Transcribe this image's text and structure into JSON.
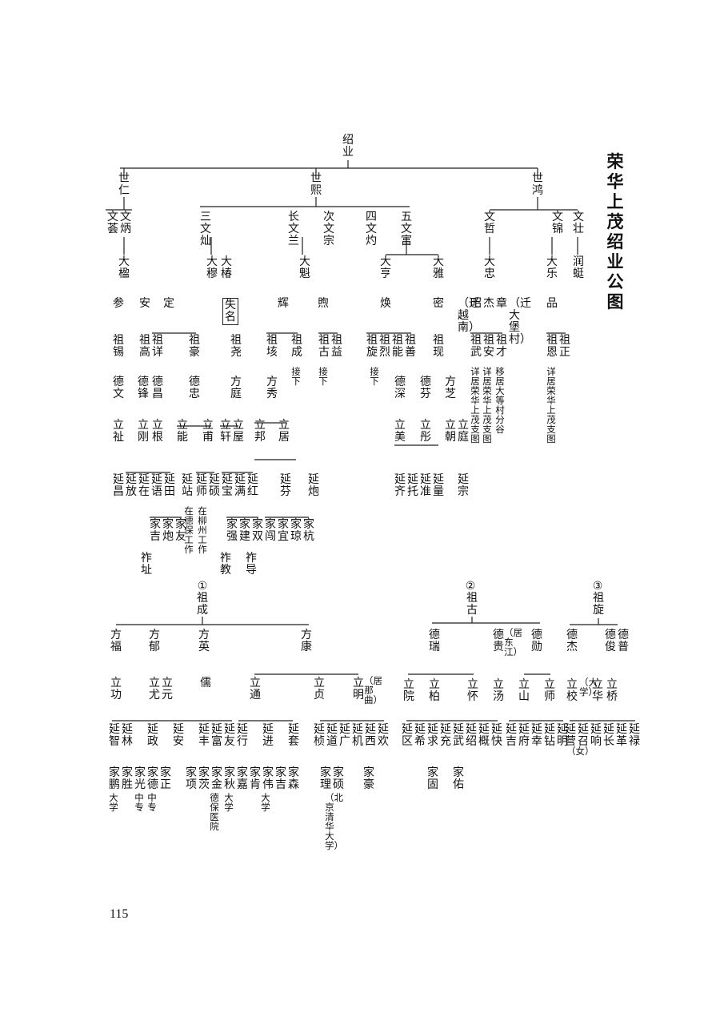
{
  "title": "荣华上茂绍业公图",
  "page_number": "115",
  "branch_markers": [
    "①",
    "②",
    "③"
  ],
  "nodes": {
    "root": "绍业",
    "g1": [
      "世仁",
      "世熙",
      "世鸿"
    ],
    "g2": [
      "文荟",
      "文炳",
      "三文灿",
      "长文兰",
      "次文宗",
      "四文灼",
      "五文富",
      "文哲",
      "文锦",
      "文壮"
    ],
    "g3": [
      "大楹",
      "大穆",
      "大椿",
      "大魁",
      "大亨",
      "大雅",
      "大忠",
      "大乐",
      "润蜓"
    ],
    "g4": [
      "参",
      "安",
      "定",
      "失名",
      "辉",
      "煦",
      "焕",
      "密",
      "（迁越南）",
      "昭",
      "杰",
      "章",
      "（迁大堡村）",
      "品"
    ],
    "g5": [
      "祖锡",
      "祖高",
      "祖详",
      "祖豪",
      "祖尧",
      "祖垓",
      "祖成",
      "祖古",
      "祖益",
      "祖旋",
      "祖烈",
      "祖能",
      "祖善",
      "祖现",
      "祖武",
      "祖安",
      "祖才",
      "祖恩",
      "祖正"
    ],
    "g5_notes": [
      "接下",
      "接下",
      "接下",
      "详居荣华上茂支图",
      "详居荣华上茂支图",
      "移居大等村分谷",
      "详居荣华上茂支图"
    ],
    "g6": [
      "德文",
      "德锋",
      "德昌",
      "德忠",
      "方庭",
      "方秀",
      "德深",
      "德芬",
      "方芝"
    ],
    "g7": [
      "立祉",
      "立刚",
      "立根",
      "立能",
      "立甫",
      "立轩",
      "立屋",
      "立邦",
      "立居",
      "立美",
      "立彤",
      "立朝",
      "立庭"
    ],
    "g8": [
      "延昌",
      "延放",
      "延在",
      "延语",
      "延田",
      "延站",
      "延师",
      "延硕",
      "延宝",
      "延满",
      "延红",
      "延芬",
      "延炮",
      "延齐",
      "延托",
      "延准",
      "延量",
      "延宗"
    ],
    "g8_notes": [
      "在柳州工作",
      "在德保工作"
    ],
    "g9": [
      "家吉",
      "家炮",
      "家友",
      "家强",
      "家建",
      "家双",
      "家闯",
      "家宜",
      "家琼",
      "家杭"
    ],
    "g10": [
      "祚址",
      "祚教",
      "祚导"
    ]
  },
  "lower": {
    "branch1": {
      "head": "祖成",
      "sons": [
        "方福",
        "方郁",
        "方英",
        "方康"
      ],
      "g7": [
        "立功",
        "立尤",
        "立元",
        "儒",
        "立通",
        "立贞",
        "立明"
      ],
      "g7_note": "（居那曲）",
      "g8": [
        "延智",
        "延林",
        "延政",
        "延安",
        "延丰",
        "延富",
        "延友",
        "延行",
        "延进",
        "延套",
        "延桢",
        "延道",
        "延广",
        "延机",
        "延西",
        "延欢"
      ],
      "g9": [
        "家鹏",
        "家胜",
        "家光",
        "家德",
        "家正",
        "家项",
        "家茨",
        "家金",
        "家秋",
        "家嘉",
        "家肯",
        "家伟",
        "家吉",
        "家森",
        "家理",
        "家硕",
        "家豪"
      ],
      "notes": [
        "大学",
        "中专",
        "中专",
        "德保医院",
        "大学",
        "大学",
        "（北京清华大学）"
      ]
    },
    "branch2": {
      "head": "祖古",
      "sons": [
        "德瑞",
        "德贵",
        "德勋"
      ],
      "note": "（居东江）",
      "g7": [
        "立院",
        "立柏",
        "立怀",
        "立汤",
        "立山",
        "立师"
      ],
      "g8": [
        "延区",
        "延希",
        "延求",
        "延充",
        "延武",
        "延绍",
        "延概",
        "延快",
        "延吉",
        "延府",
        "延幸",
        "延钻",
        "延明"
      ],
      "g9": [
        "家固",
        "家佑"
      ]
    },
    "branch3": {
      "head": "祖旋",
      "sons": [
        "德杰",
        "德俊",
        "德普"
      ],
      "g7": [
        "立校",
        "立华",
        "立桥"
      ],
      "g7_note": "（大学）",
      "g8": [
        "延营",
        "延召",
        "延响",
        "延长",
        "延革",
        "延禄"
      ],
      "g8_note": "（女）"
    }
  }
}
